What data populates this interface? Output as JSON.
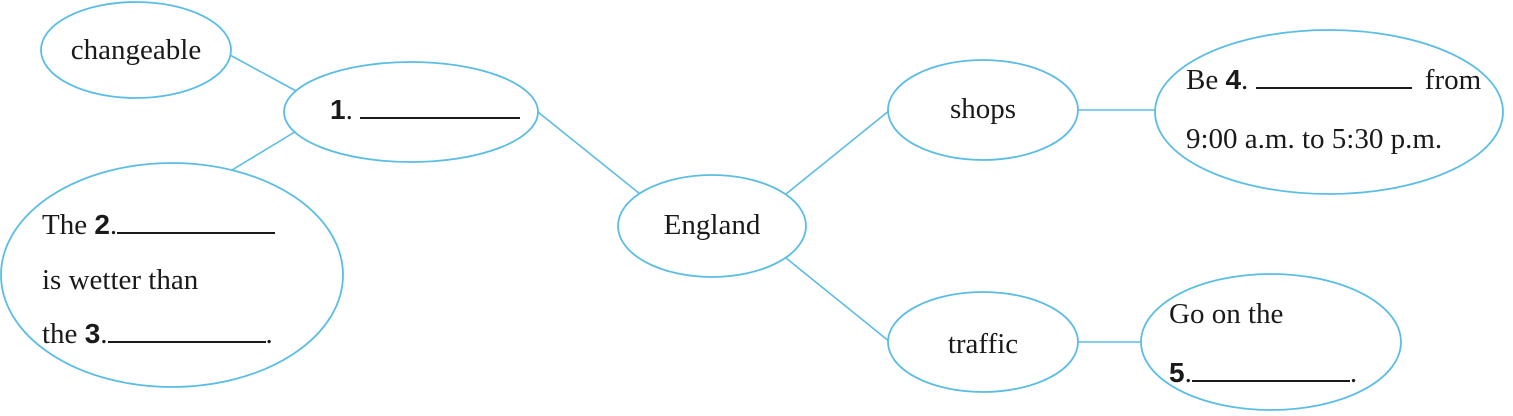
{
  "diagram": {
    "center": "England",
    "line_color": "#5bbde4",
    "blank_marker": "__________",
    "left": {
      "topic_number": "1",
      "detail_word": "changeable",
      "detail_sentence": {
        "part1": "The",
        "num2": "2",
        "part2": "is wetter than",
        "part3": "the",
        "num3": "3",
        "end": "."
      }
    },
    "right": {
      "shops": {
        "label": "shops",
        "detail": {
          "part1": "Be",
          "num4": "4",
          "part2": "from",
          "part3": "9:00 a.m. to 5:30 p.m."
        }
      },
      "traffic": {
        "label": "traffic",
        "detail": {
          "part1": "Go on the",
          "num5": "5",
          "end": "."
        }
      }
    }
  }
}
